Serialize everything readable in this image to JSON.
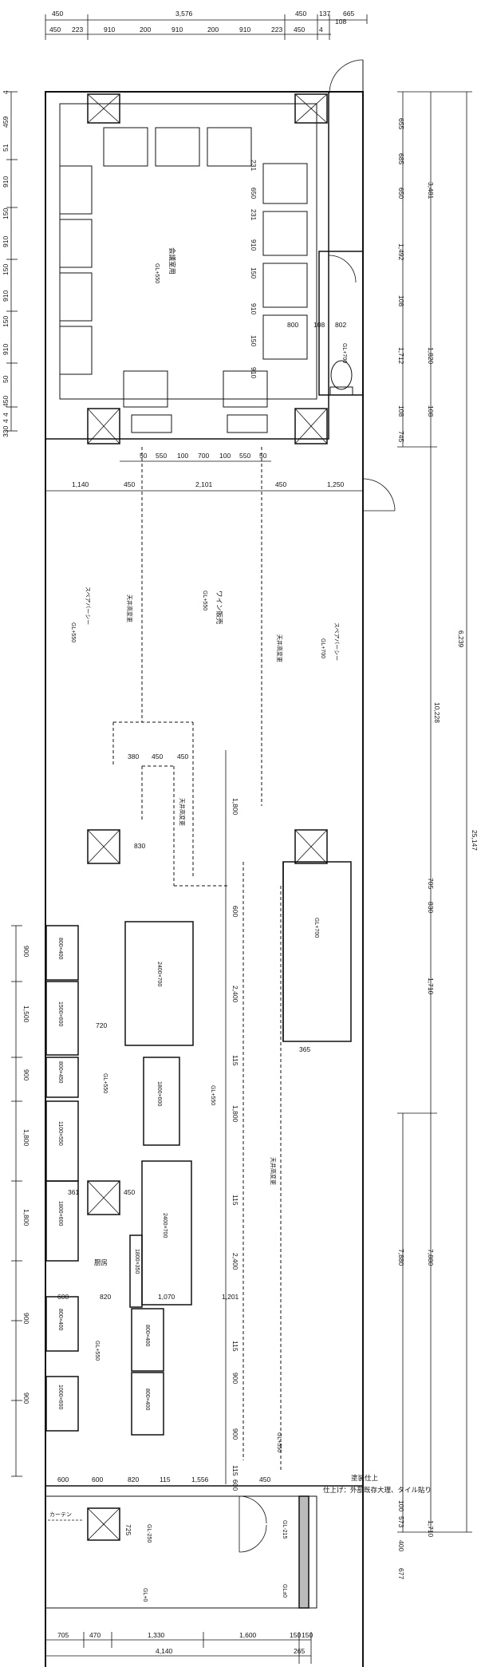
{
  "top_dims": {
    "row1": [
      "450",
      "3,576",
      "450",
      "137",
      "665"
    ],
    "row2": [
      "450",
      "223",
      "910",
      "200",
      "910",
      "200",
      "910",
      "223",
      "450",
      "4"
    ],
    "aux": [
      "108"
    ]
  },
  "left_dims_top": [
    "4",
    "459",
    "51",
    "910",
    "150",
    "910",
    "150",
    "910",
    "150",
    "910",
    "50",
    "450",
    "4",
    "4",
    "330"
  ],
  "right_dims_top": [
    "655",
    "685",
    "650",
    "3,481",
    "1,492",
    "108",
    "1,712",
    "1,820",
    "108",
    "108",
    "745"
  ],
  "upper_area": {
    "dims_counter_top": [
      "231",
      "650",
      "231",
      "910",
      "150",
      "910",
      "150",
      "910"
    ],
    "toilet_dims": [
      "800",
      "108",
      "802"
    ],
    "toilet_label": "GL+700",
    "room_name": "会議室用",
    "room_level": "GL+550"
  },
  "mid_dims": [
    "50",
    "550",
    "100",
    "700",
    "100",
    "550",
    "50"
  ],
  "corridor_dims": [
    "1,140",
    "450",
    "2,101",
    "450",
    "1,250"
  ],
  "wine_area": {
    "name": "ワイン販売",
    "level": "GL+550",
    "left_note": "スペアバーシー",
    "left_level": "GL+550",
    "right_note": "スペアバーシー",
    "right_level": "GL+700",
    "dashed_note": "天井高変更",
    "sub_dims": [
      "380",
      "450",
      "450"
    ]
  },
  "right_dims_mid": [
    "6,239",
    "10,228",
    "25,147",
    "705",
    "830",
    "1,710"
  ],
  "center_dims": [
    "830",
    "1,800",
    "600",
    "2,400",
    "115",
    "1,800",
    "115",
    "2,400",
    "115",
    "900",
    "900",
    "115",
    "600"
  ],
  "counter_level": "GL+700",
  "shop_area": {
    "level_left": "GL+550",
    "level_center": "GL+550",
    "label_kitchen": "厨房",
    "level_lower": "GL+550",
    "level_bottom": "GL+550",
    "dims_inner": [
      "720",
      "361",
      "450",
      "600",
      "820",
      "1,070",
      "1,201",
      "365"
    ],
    "tables": [
      "800×400",
      "1500×600",
      "800×450",
      "1100×550",
      "1800×600",
      "800×400",
      "1000×600",
      "2400×700",
      "1800×600",
      "2400×700",
      "1800×350",
      "800×400",
      "800×400"
    ]
  },
  "left_dims_low": [
    "900",
    "1,500",
    "900",
    "1,800",
    "1,800",
    "900",
    "900"
  ],
  "right_dims_low": [
    "7,880",
    "7,880"
  ],
  "bottom_band_dims": [
    "600",
    "600",
    "820",
    "115",
    "1,556",
    "450"
  ],
  "finish_note": {
    "line1": "塗装仕上",
    "line2": "仕上げ：外部既存大理、タイル貼り"
  },
  "entry_area": {
    "curtain": "カーテン",
    "dims_right": [
      "100",
      "573",
      "1,710",
      "400",
      "677"
    ],
    "lbl_725": "725",
    "lvl_a": "GL-250",
    "lvl_b": "GL-215",
    "lvl_c": "GL+0",
    "lvl_d": "GL±0"
  },
  "bottom_dims": {
    "row1": [
      "705",
      "470",
      "1,330",
      "1,600",
      "150",
      "150"
    ],
    "row2": [
      "4,140",
      "265"
    ]
  }
}
